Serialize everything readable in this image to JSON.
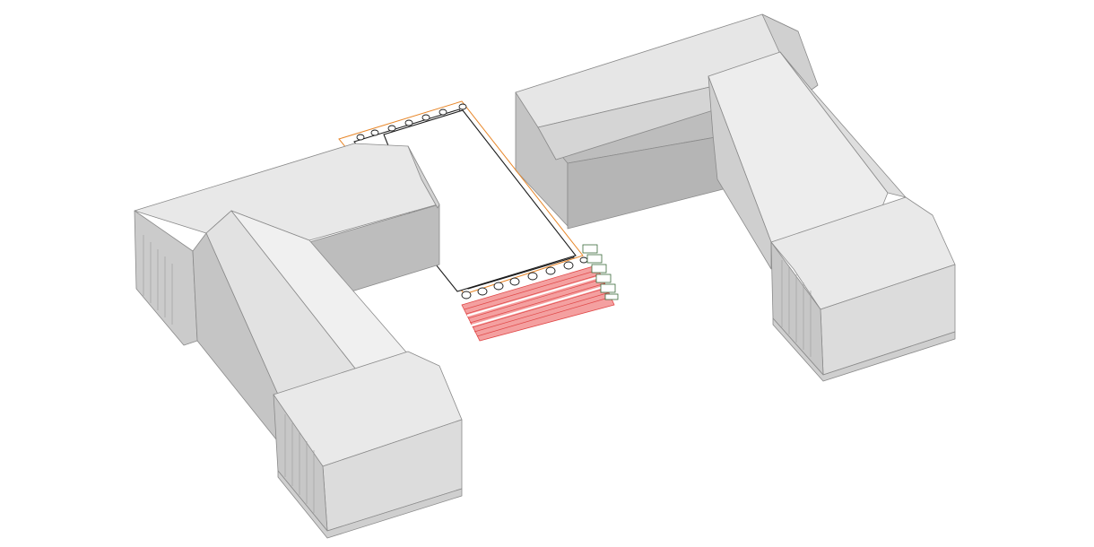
{
  "scene": {
    "view": "isometric-3d-massing",
    "colors": {
      "background": "#ffffff",
      "roof_light": "#f0f0f0",
      "roof_mid": "#e4e4e4",
      "wall_light": "#dcdcdc",
      "wall_mid": "#c9c9c9",
      "wall_dark": "#b8b8b8",
      "outline": "#8a8a8a",
      "plan_outline": "#1a1a1a",
      "plan_accent": "#e8872a",
      "seating_fill": "#f4a0a0",
      "seating_stroke": "#e04848",
      "steps_stroke": "#3a6a3a"
    },
    "objects": [
      "left-l-shaped-building",
      "right-l-shaped-building",
      "courtyard-plan-outline",
      "tiered-seating",
      "stair-steps"
    ]
  }
}
